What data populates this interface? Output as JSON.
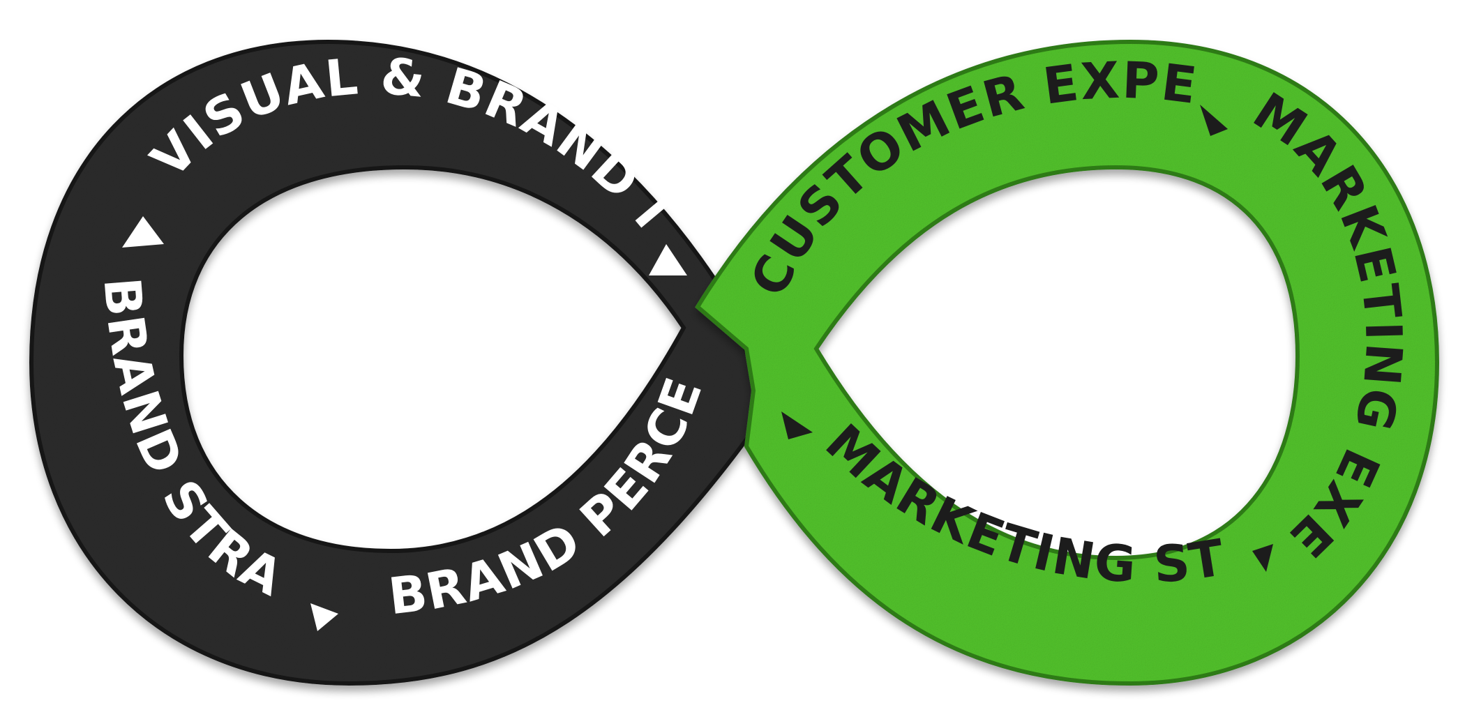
{
  "colors": {
    "left_loop": "#2c2c2c",
    "left_loop_edge": "#151515",
    "right_loop": "#52c12b",
    "right_loop_edge": "#2f7f15",
    "left_text": "#ffffff",
    "right_text": "#1c1c1c",
    "arrow_on_dark": "#ffffff",
    "arrow_on_green": "#1c1c1c"
  },
  "left_loop": {
    "labels": {
      "visual_brand_identity": "VISUAL & BRAND IDENTITY",
      "brand_strategy": "BRAND STRATEGY",
      "brand_perception": "BRAND PERCEPTION"
    }
  },
  "right_loop": {
    "labels": {
      "customer_experience": "CUSTOMER EXPERIENCE",
      "marketing_execution": "MARKETING EXECUTION",
      "marketing_strategy": "MARKETING STRATEGY"
    }
  },
  "arrows": [
    {
      "icon": "triangle-arrow-icon",
      "loop": "left"
    },
    {
      "icon": "triangle-arrow-icon",
      "loop": "left"
    },
    {
      "icon": "triangle-arrow-icon",
      "loop": "left"
    },
    {
      "icon": "triangle-arrow-icon",
      "loop": "right"
    },
    {
      "icon": "triangle-arrow-icon",
      "loop": "right"
    },
    {
      "icon": "triangle-arrow-icon",
      "loop": "right"
    }
  ]
}
